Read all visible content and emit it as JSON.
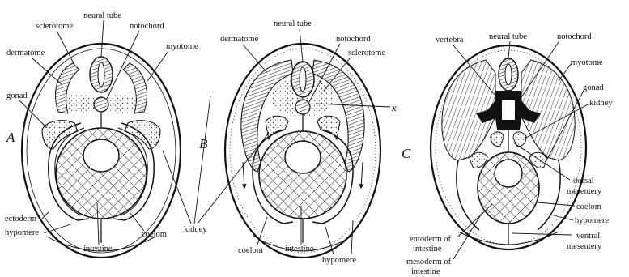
{
  "colors": {
    "ink": "#111111",
    "paper": "#ffffff"
  },
  "panels": [
    {
      "letter": "A",
      "labels": {
        "neural_tube": "neural tube",
        "sclerotome": "sclerotome",
        "notochord": "notochord",
        "dermatome": "dermatome",
        "myotome": "myotome",
        "gonad": "gonad",
        "ectoderm": "ectoderm",
        "hypomere": "hypomere",
        "intestine": "intestine",
        "coelom": "coelom"
      }
    },
    {
      "letter": "B",
      "labels": {
        "neural_tube": "neural tube",
        "dermatome": "dermatome",
        "notochord": "notochord",
        "sclerotome": "sclerotome",
        "x_mark": "x",
        "coelom": "coelom",
        "intestine": "intestine",
        "hypomere": "hypomere"
      }
    },
    {
      "letter": "C",
      "labels": {
        "vertebra": "vertebra",
        "neural_tube": "neural tube",
        "notochord": "notochord",
        "myotome": "myotome",
        "gonad": "gonad",
        "kidney": "kidney",
        "dorsal_mesentery_1": "dorsal",
        "dorsal_mesentery_2": "mesentery",
        "coelom": "coelom",
        "hypomere": "hypomere",
        "ventral_mesentery_1": "ventral",
        "ventral_mesentery_2": "mesentery",
        "entoderm_1": "entoderm of",
        "entoderm_2": "intestine",
        "mesoderm_1": "mesoderm of",
        "mesoderm_2": "intestine"
      }
    }
  ],
  "shared_labels": {
    "kidney": "kidney"
  }
}
